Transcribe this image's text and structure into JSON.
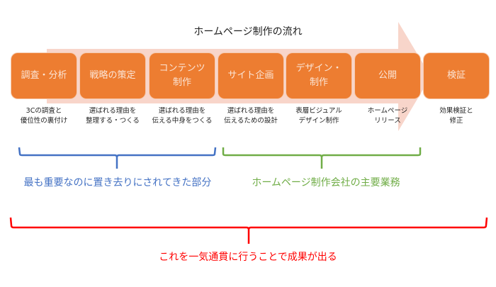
{
  "title": "ホームページ制作の流れ",
  "colors": {
    "box": "#ED7D31",
    "box_text": "#FBE5D6",
    "arrow": "#F8D5CA",
    "blue": "#4472C4",
    "green": "#70AD47",
    "red": "#FF0000"
  },
  "steps": [
    {
      "label": "調査・分析",
      "desc": "3Cの調査と\n優位性の裏付け"
    },
    {
      "label": "戦略の策定",
      "desc": "選ばれる理由を\n整理する・つくる"
    },
    {
      "label": "コンテンツ\n制作",
      "desc": "選ばれる理由を\n伝える中身をつくる"
    },
    {
      "label": "サイト企画",
      "desc": "選ばれる理由を\n伝えるための設計"
    },
    {
      "label": "デザイン・\n制作",
      "desc": "表層ビジュアル\nデザイン制作"
    },
    {
      "label": "公開",
      "desc": "ホームページ\nリリース"
    },
    {
      "label": "検証",
      "desc": "効果検証と\n修正"
    }
  ],
  "brackets": {
    "blue_caption": "最も重要なのに置き去りにされてきた部分",
    "green_caption": "ホームページ制作会社の主要業務",
    "red_caption": "これを一気通貫に行うことで成果が出る"
  }
}
